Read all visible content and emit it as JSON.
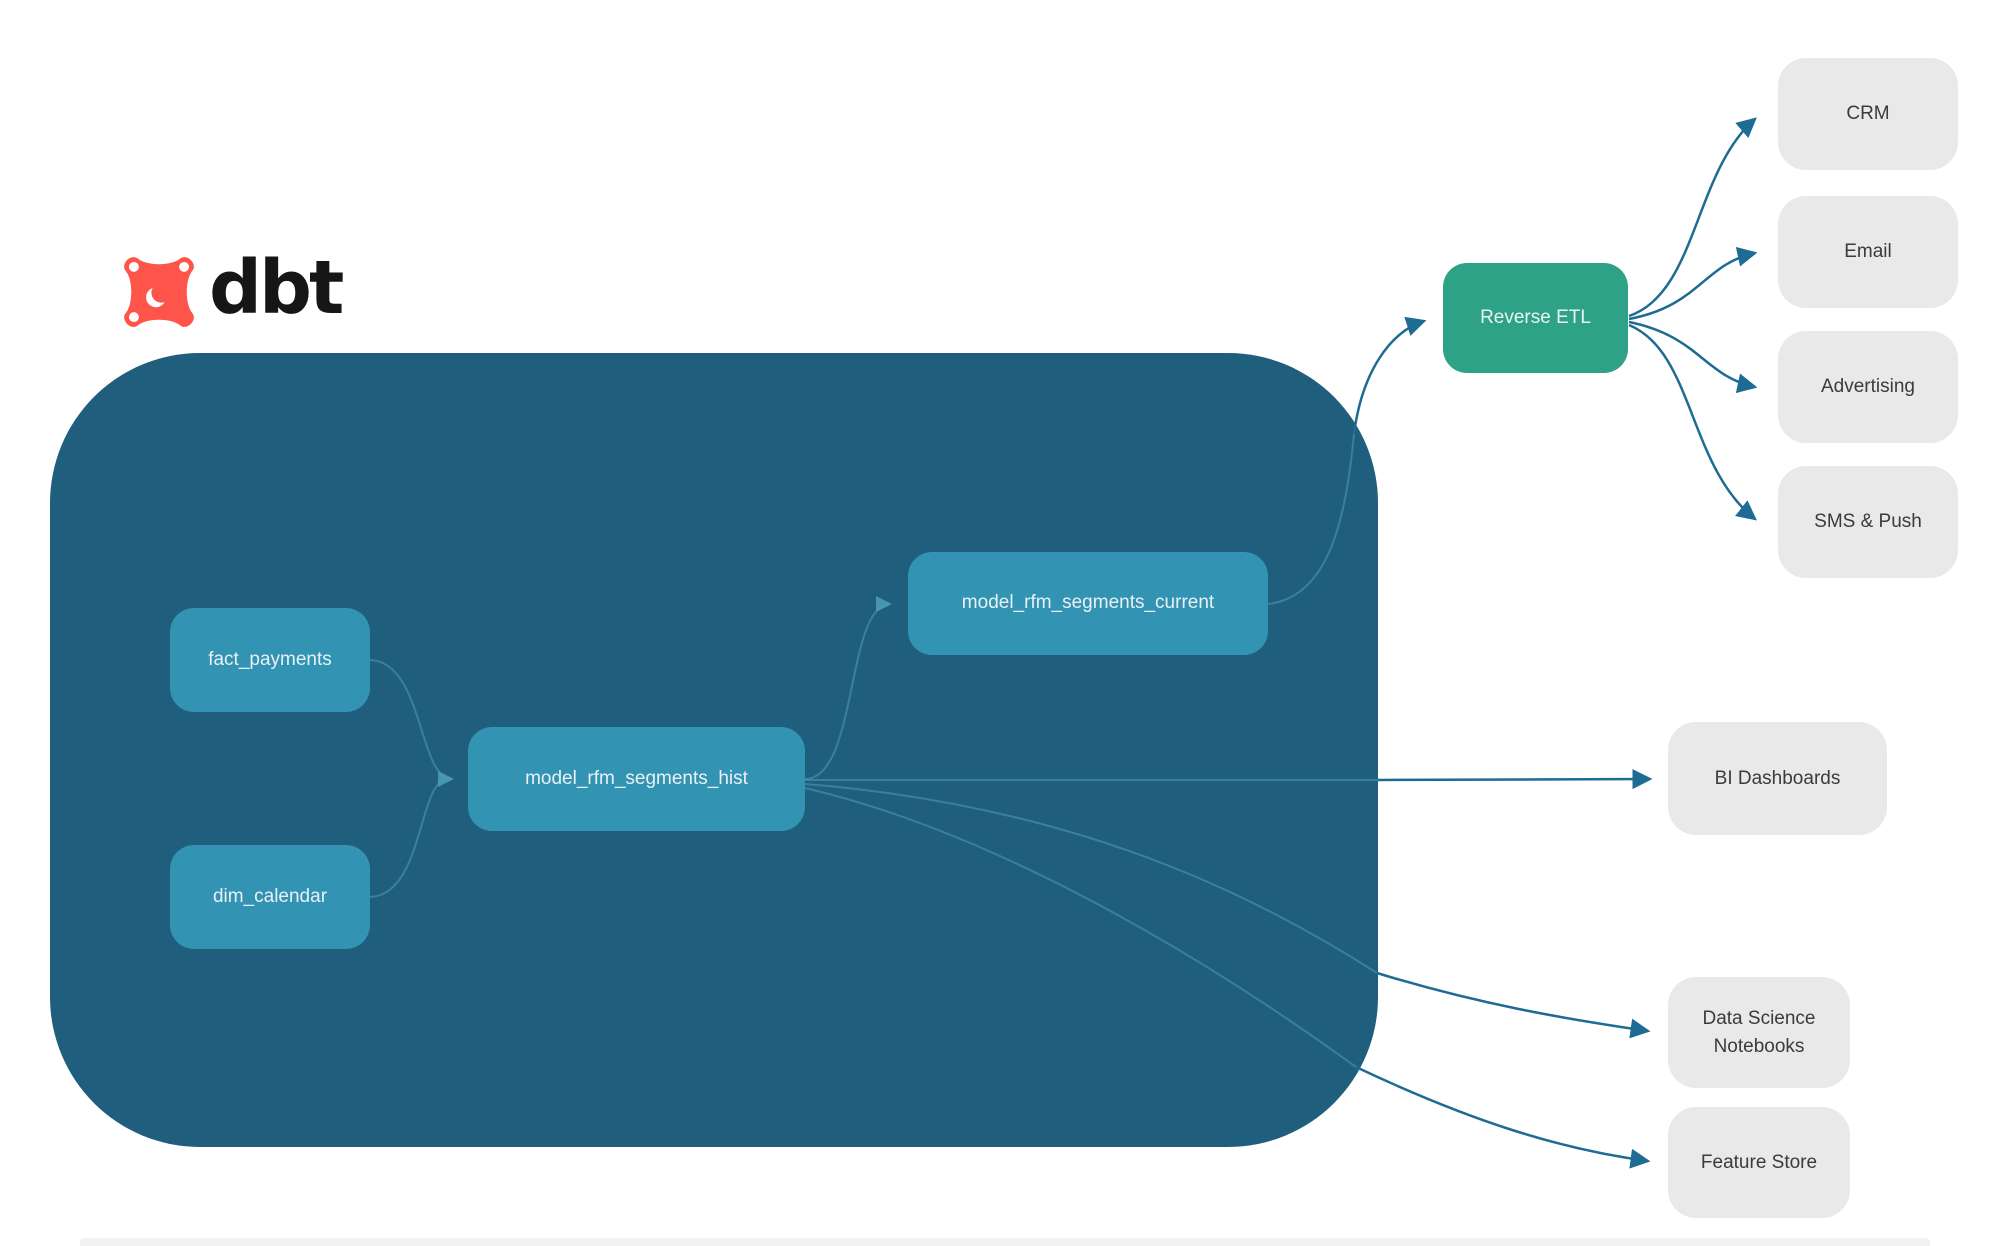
{
  "logo": {
    "text": "dbt"
  },
  "icons": {
    "logo": "dbt-logo-icon"
  },
  "colors": {
    "container": "#205E7D",
    "node": "#3393B3",
    "node_text": "#E8F1F6",
    "reverse_etl": "#2DA287",
    "gray_box": "#E9E9E9",
    "gray_text": "#3B3B3B",
    "arrow_dark": "#1E6B93",
    "arrow_light": "#4E9CBB",
    "logo_orange": "#FF5449",
    "logo_text": "#161616"
  },
  "warehouse": {
    "nodes": [
      {
        "id": "fact_payments",
        "label": "fact_payments"
      },
      {
        "id": "dim_calendar",
        "label": "dim_calendar"
      },
      {
        "id": "model_rfm_segments_hist",
        "label": "model_rfm_segments_hist"
      },
      {
        "id": "model_rfm_segments_current",
        "label": "model_rfm_segments_current"
      }
    ]
  },
  "reverse_etl": {
    "label": "Reverse ETL"
  },
  "activation_targets": [
    {
      "label": "CRM"
    },
    {
      "label": "Email"
    },
    {
      "label": "Advertising"
    },
    {
      "label": "SMS & Push"
    }
  ],
  "analytics_targets": [
    {
      "label": "BI Dashboards"
    },
    {
      "label": "Data Science Notebooks"
    },
    {
      "label": "Feature Store"
    }
  ],
  "edges": [
    {
      "from": "fact_payments",
      "to": "model_rfm_segments_hist"
    },
    {
      "from": "dim_calendar",
      "to": "model_rfm_segments_hist"
    },
    {
      "from": "model_rfm_segments_hist",
      "to": "model_rfm_segments_current"
    },
    {
      "from": "model_rfm_segments_hist",
      "to": "BI Dashboards"
    },
    {
      "from": "model_rfm_segments_hist",
      "to": "Data Science Notebooks"
    },
    {
      "from": "model_rfm_segments_hist",
      "to": "Feature Store"
    },
    {
      "from": "model_rfm_segments_current",
      "to": "Reverse ETL"
    },
    {
      "from": "Reverse ETL",
      "to": "CRM"
    },
    {
      "from": "Reverse ETL",
      "to": "Email"
    },
    {
      "from": "Reverse ETL",
      "to": "Advertising"
    },
    {
      "from": "Reverse ETL",
      "to": "SMS & Push"
    }
  ]
}
